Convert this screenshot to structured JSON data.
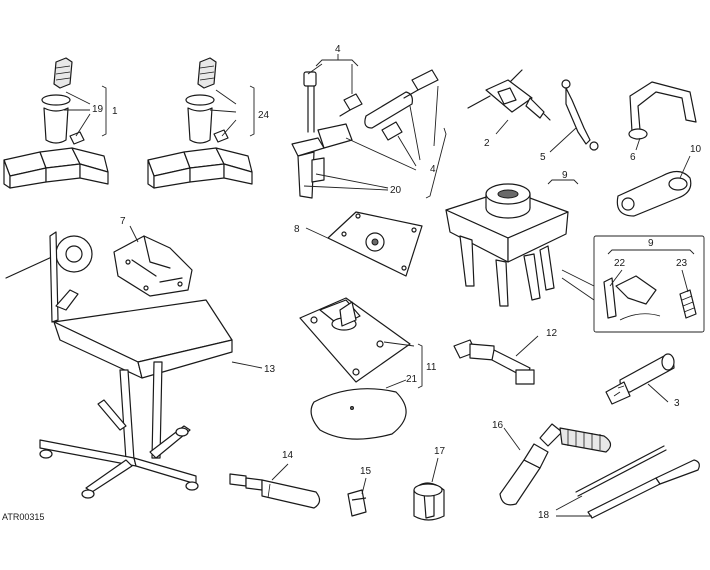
{
  "diagram": {
    "code": "ATR00315",
    "labels": [
      "1",
      "19",
      "24",
      "4",
      "4",
      "20",
      "2",
      "5",
      "6",
      "10",
      "9",
      "9",
      "22",
      "23",
      "8",
      "7",
      "13",
      "11",
      "21",
      "12",
      "3",
      "16",
      "14",
      "15",
      "17",
      "18"
    ]
  }
}
